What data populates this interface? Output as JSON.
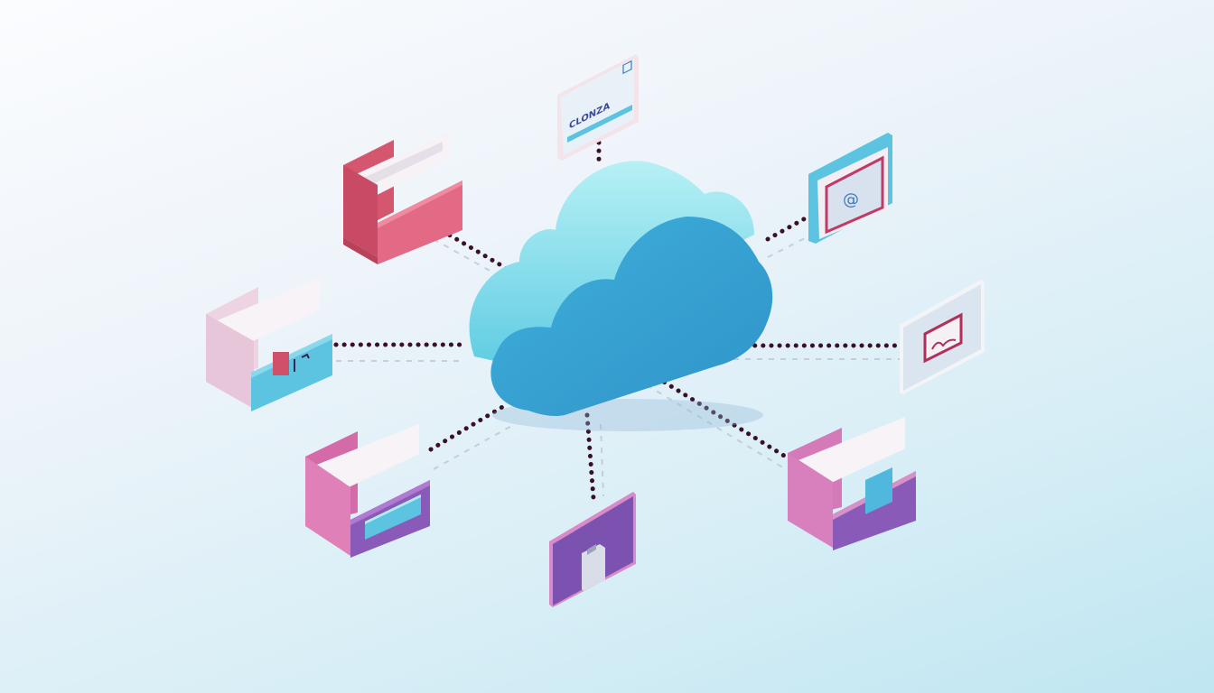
{
  "diagram": {
    "title": "",
    "description": "Isometric cloud storage hub connected by dotted lines to file boxes and document cards",
    "colors": {
      "background_start": "#fbfcfe",
      "background_end": "#bfe6f1",
      "cloud_front": "#3aa3d4",
      "cloud_side": "#7fdbea",
      "connector_dots": "#3a1028",
      "connector_shadow": "#b9c7d6",
      "red_box": "#e06a82",
      "pink_box": "#e8c8d8",
      "blue_panel": "#5cc4e0",
      "purple_box": "#8a5ab8",
      "magenta_box": "#d46aa8",
      "doc_white": "#eef2f8"
    },
    "center_node": {
      "type": "cloud",
      "icon": "cloud-icon"
    },
    "nodes": [
      {
        "id": "top-doc-card",
        "type": "document-card",
        "icon": "document-icon",
        "text": "CLONZA"
      },
      {
        "id": "top-right-email-card",
        "type": "card",
        "icon": "at-sign-icon",
        "text": "@"
      },
      {
        "id": "right-image-card",
        "type": "card",
        "icon": "image-icon"
      },
      {
        "id": "bottom-right-file-box",
        "type": "file-box",
        "icon": "document-icon"
      },
      {
        "id": "bottom-clipboard-card",
        "type": "card",
        "icon": "clipboard-icon"
      },
      {
        "id": "bottom-left-file-box",
        "type": "file-box",
        "icon": "tag-icon"
      },
      {
        "id": "left-file-box",
        "type": "file-box",
        "icon": "sync-icon"
      },
      {
        "id": "top-left-file-box",
        "type": "file-box",
        "icon": "folder-icon"
      }
    ]
  }
}
